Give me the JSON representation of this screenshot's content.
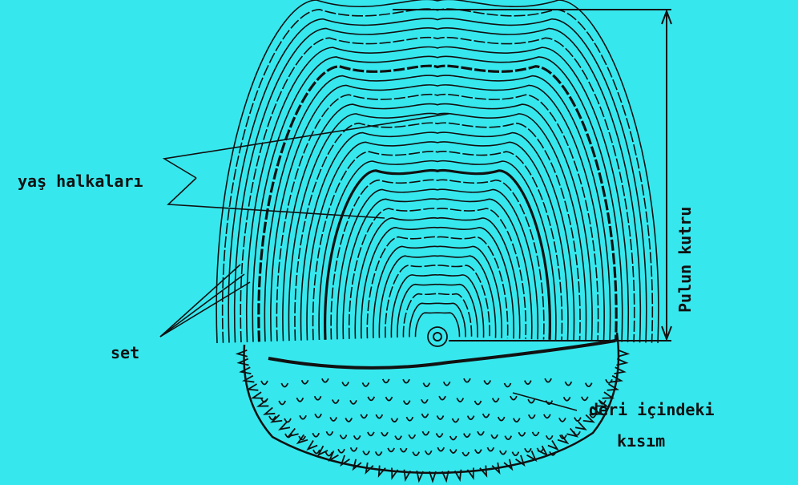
{
  "diagram": {
    "background_color": "#36e8ee",
    "ink_color": "#111111",
    "labels": {
      "growth_rings": "yaş halkaları",
      "ridge": "set",
      "diameter": "Pulun kutru",
      "embedded_part_line1": "deri içindeki",
      "embedded_part_line2": "kısım"
    }
  }
}
